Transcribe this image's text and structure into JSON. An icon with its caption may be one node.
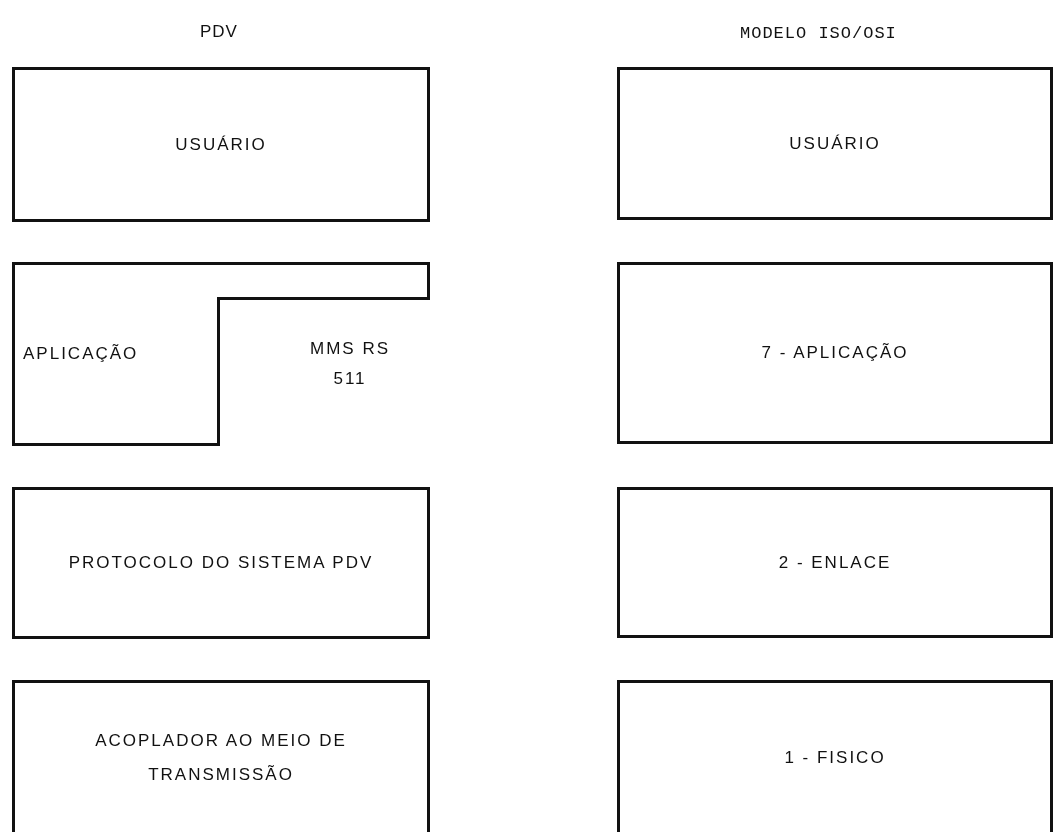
{
  "diagram": {
    "nodes": [
      {
        "text": [
          "USUÁRIO"
        ]
      },
      {
        "text": [
          "APLICAÇÃO"
        ]
      },
      {
        "text": [
          "MMS RS 511"
        ],
        "in": 1
      },
      {
        "text": [
          "PROTOCOLO DO SISTEMA PDV"
        ]
      },
      {
        "text": [
          "ACOPLADOR AO MEIO DE TRANSMISSÃO"
        ]
      },
      {
        "text": [
          "USUÁRIO"
        ]
      },
      {
        "text": [
          "7 - APLICAÇÃO"
        ]
      },
      {
        "text": [
          "2 - ENLACE"
        ]
      },
      {
        "text": [
          "1 - FISICO"
        ]
      }
    ],
    "labels": [
      "PDV",
      "MODELO ISO/OSI"
    ]
  }
}
